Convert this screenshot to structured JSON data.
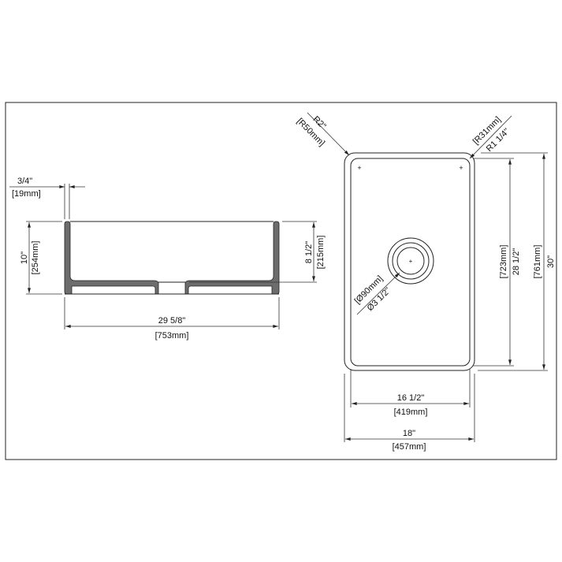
{
  "side_view": {
    "wall_thickness": {
      "imperial": "3/4\"",
      "metric": "[19mm]"
    },
    "height": {
      "imperial": "10\"",
      "metric": "[254mm]"
    },
    "depth": {
      "imperial": "8 1/2\"",
      "metric": "[215mm]"
    },
    "length": {
      "imperial": "29 5/8\"",
      "metric": "[753mm]"
    }
  },
  "top_view": {
    "outer_radius": {
      "imperial": "R2\"",
      "metric": "[R50mm]"
    },
    "inner_radius": {
      "imperial": "R1 1/4\"",
      "metric": "[R31mm]"
    },
    "drain": {
      "imperial": "Ø3 1/2\"",
      "metric": "[Ø90mm]"
    },
    "inner_length": {
      "imperial": "28 1/2\"",
      "metric": "[723mm]"
    },
    "outer_length": {
      "imperial": "30\"",
      "metric": "[761mm]"
    },
    "inner_width": {
      "imperial": "16 1/2\"",
      "metric": "[419mm]"
    },
    "outer_width": {
      "imperial": "18\"",
      "metric": "[457mm]"
    }
  }
}
